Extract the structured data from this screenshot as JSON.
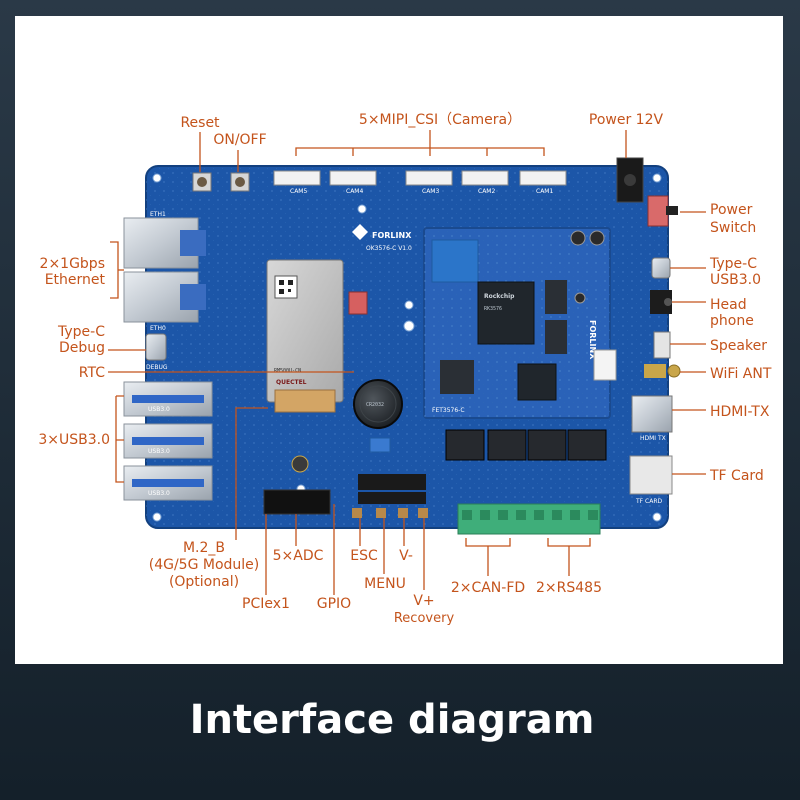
{
  "title": "Interface diagram",
  "colors": {
    "background_dark": "#1f2d38",
    "panel": "#ffffff",
    "board_blue": "#1c56a8",
    "label_orange": "#c4541c",
    "terminal_green": "#3fae7a"
  },
  "labels": {
    "reset": "Reset",
    "on_off": "ON/OFF",
    "mipi_csi": "5×MIPI_CSI（Camera）",
    "power_12v": "Power 12V",
    "power_switch_1": "Power",
    "power_switch_2": "Switch",
    "ethernet_1": "2×1Gbps",
    "ethernet_2": "Ethernet",
    "typec_usb_1": "Type-C",
    "typec_usb_2": "USB3.0",
    "headphone_1": "Head",
    "headphone_2": "phone",
    "typec_debug_1": "Type-C",
    "typec_debug_2": "Debug",
    "speaker": "Speaker",
    "rtc": "RTC",
    "wifi_ant": "WiFi ANT",
    "hdmi_tx": "HDMI-TX",
    "usb3": "3×USB3.0",
    "tf_card": "TF Card",
    "m2b_1": "M.2_B",
    "m2b_2": "(4G/5G Module)",
    "m2b_3": "(Optional)",
    "adc": "5×ADC",
    "esc": "ESC",
    "v_minus": "V-",
    "menu": "MENU",
    "can_fd": "2×CAN-FD",
    "rs485": "2×RS485",
    "v_plus": "V+",
    "recovery": "Recovery",
    "pciex1": "PCIex1",
    "gpio": "GPIO"
  },
  "board": {
    "brand": "FORLINX",
    "model": "OK3576-C V1.0",
    "som_brand": "FORLINX",
    "som_model": "FET3576-C",
    "soc_brand": "Rockchip",
    "soc_part": "RK3576",
    "module_brand": "QUECTEL",
    "module_part": "RM500U-CN",
    "coin_cell": "CR2032",
    "cam_silk": [
      "CAM5",
      "CAM4",
      "CAM3",
      "CAM2",
      "CAM1"
    ],
    "eth_silk": [
      "ETH1",
      "ETH0"
    ],
    "usb_silk": [
      "USB3.0",
      "USB3.0",
      "USB3.0"
    ],
    "debug_silk": "DEBUG",
    "hdmi_silk": "HDMI TX",
    "tf_silk": "TF CARD"
  }
}
